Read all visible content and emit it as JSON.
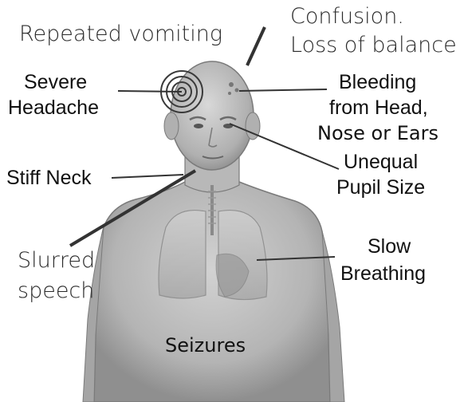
{
  "labels": {
    "repeated_vomiting": "Repeated vomiting",
    "confusion_1": "Confusion.",
    "confusion_2": "Loss of balance",
    "severe_1": "Severe",
    "severe_2": "Headache",
    "bleeding_1": "Bleeding",
    "bleeding_2": "from Head,",
    "bleeding_3": "Nose or Ears",
    "unequal_1": "Unequal",
    "unequal_2": "Pupil Size",
    "stiff_neck": "Stiff Neck",
    "slurred_1": "Slurred",
    "slurred_2": "speech",
    "slow_1": "Slow",
    "slow_2": "Breathing",
    "seizures": "Seizures"
  },
  "colors": {
    "skin_light": "#c9c9c9",
    "skin_mid": "#a8a8a8",
    "skin_dark": "#7d7d7d",
    "line": "#333333"
  }
}
